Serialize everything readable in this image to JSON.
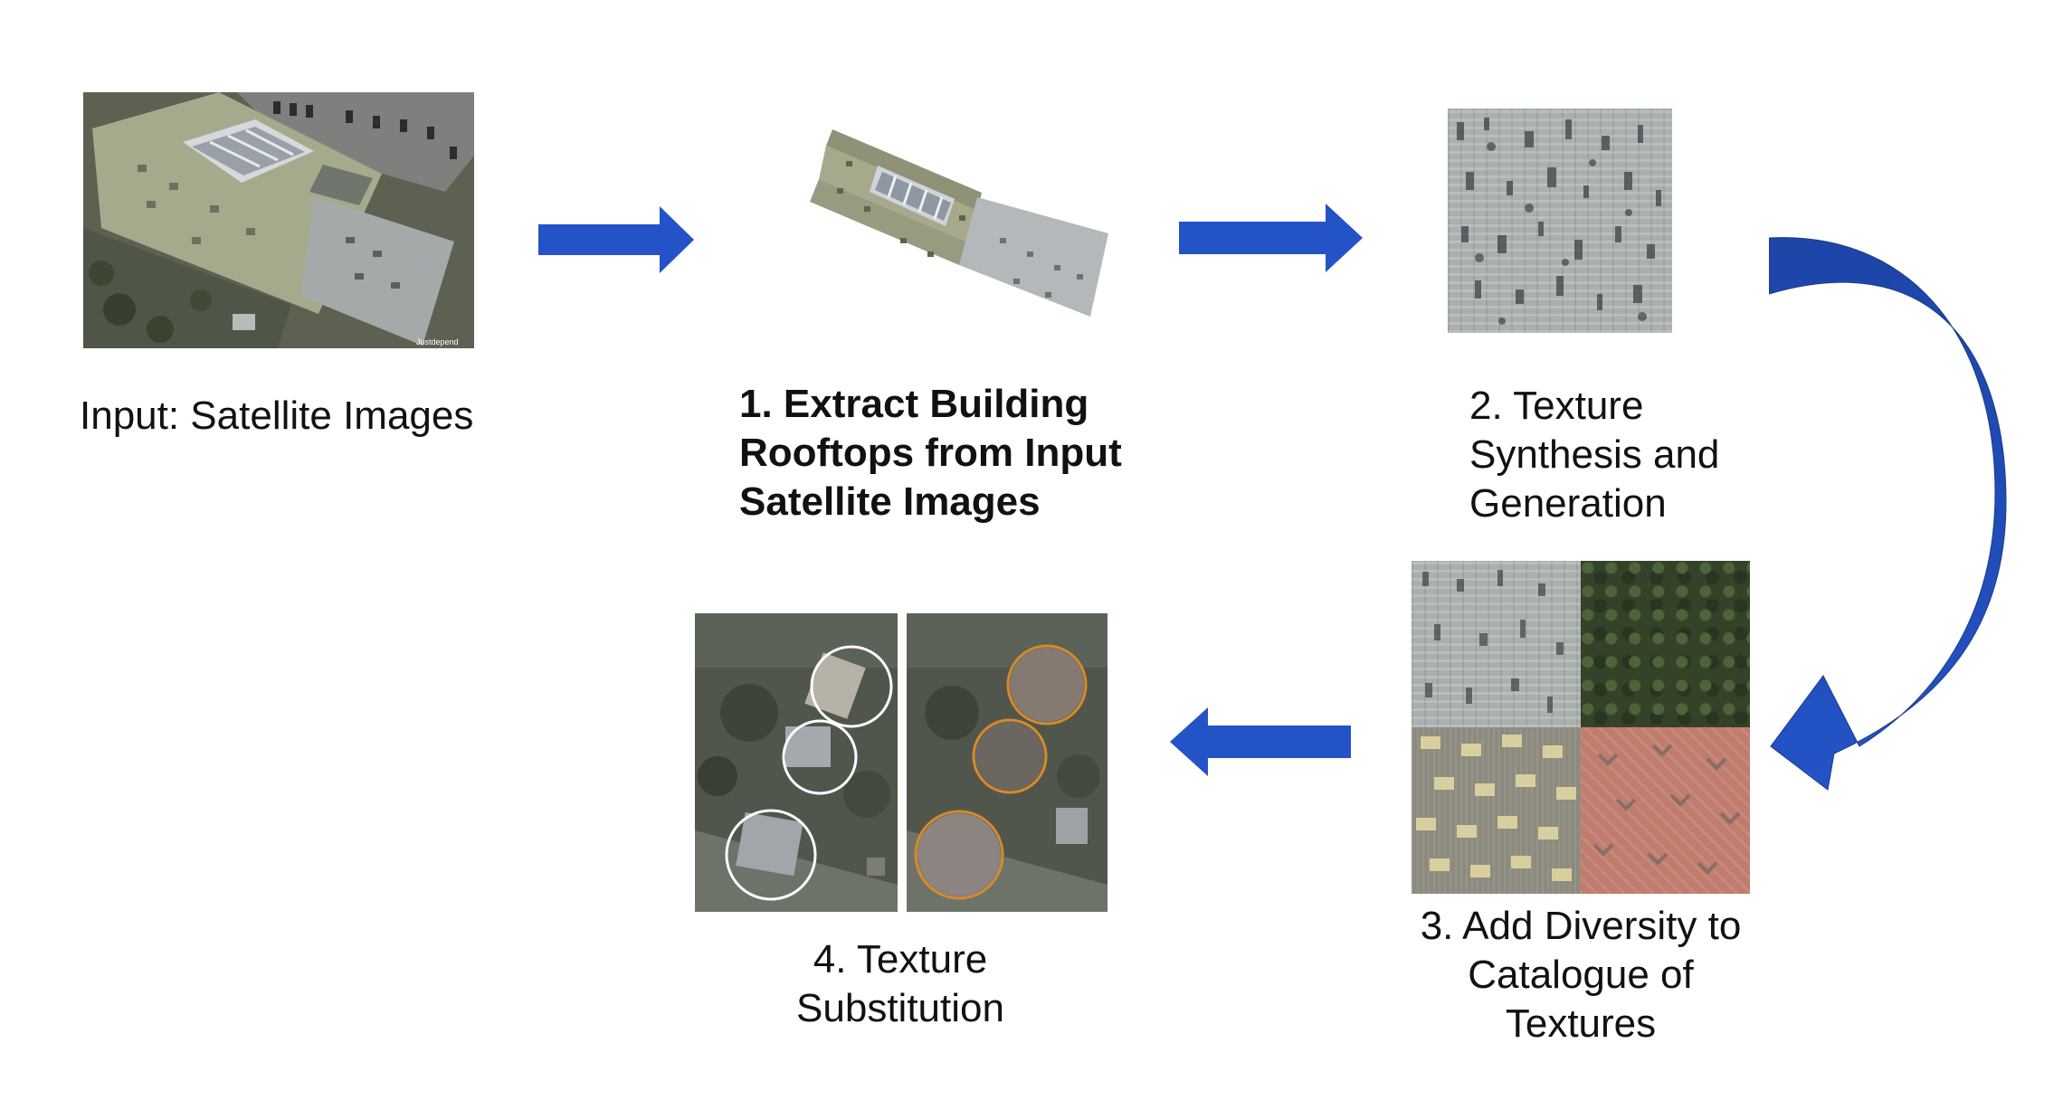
{
  "input": {
    "caption": "Input: Satellite Images",
    "watermark": "Justdepend"
  },
  "step1": {
    "lines": [
      "1. Extract Building",
      "Rooftops from Input",
      "Satellite Images"
    ]
  },
  "step2": {
    "lines": [
      "2. Texture",
      "Synthesis and",
      "Generation"
    ]
  },
  "step3": {
    "lines": [
      "3. Add Diversity to",
      "Catalogue of",
      "Textures"
    ]
  },
  "step4": {
    "lines": [
      "4. Texture",
      "Substitution"
    ]
  },
  "colors": {
    "arrow": "#2353c7",
    "circle_original": "#ffffff",
    "circle_substituted": "#d78a2a"
  },
  "icons": {
    "arrow_right": "arrow-right-icon",
    "arrow_left": "arrow-left-icon",
    "arrow_curved": "curved-arrow-icon"
  }
}
